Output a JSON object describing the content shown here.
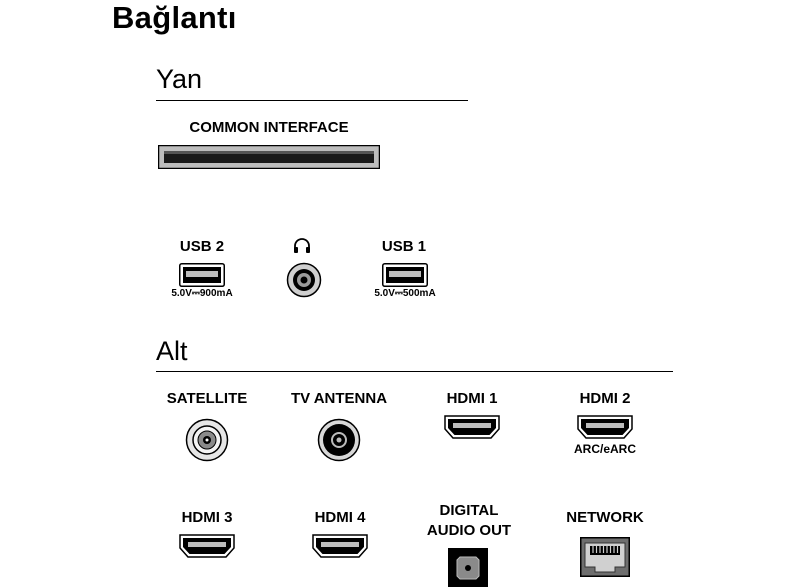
{
  "title": "Bağlantı",
  "sections": {
    "side": {
      "heading": "Yan",
      "common_interface": "COMMON INTERFACE",
      "usb2": {
        "label": "USB 2",
        "spec": "5.0V⎓900mA"
      },
      "usb1": {
        "label": "USB 1",
        "spec": "5.0V⎓500mA"
      },
      "headphone_icon": "headphone-icon"
    },
    "bottom": {
      "heading": "Alt",
      "satellite": "SATELLITE",
      "tv_antenna": "TV ANTENNA",
      "hdmi1": "HDMI 1",
      "hdmi2": {
        "label": "HDMI 2",
        "note": "ARC/eARC"
      },
      "hdmi3": "HDMI 3",
      "hdmi4": "HDMI 4",
      "digital_audio_out": {
        "line1": "DIGITAL",
        "line2": "AUDIO OUT"
      },
      "network": "NETWORK"
    }
  }
}
